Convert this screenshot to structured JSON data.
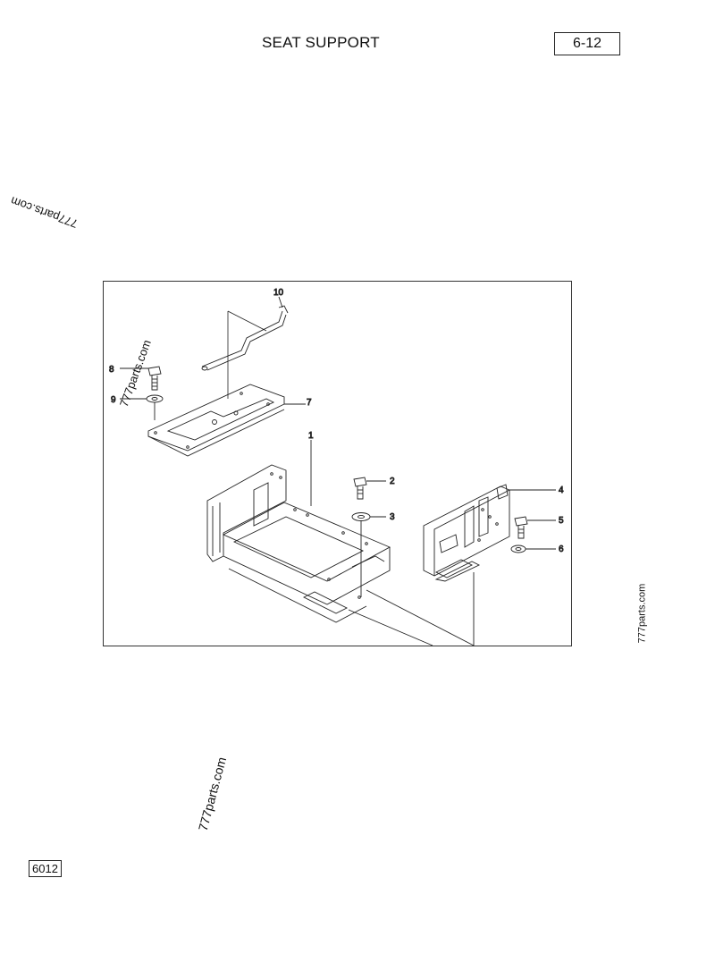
{
  "header": {
    "title": "SEAT SUPPORT",
    "page_number": "6-12"
  },
  "footer": {
    "code": "6012"
  },
  "watermark": "777parts.com",
  "callouts": [
    {
      "id": "c1",
      "label": "1"
    },
    {
      "id": "c2",
      "label": "2"
    },
    {
      "id": "c3",
      "label": "3"
    },
    {
      "id": "c4",
      "label": "4"
    },
    {
      "id": "c5",
      "label": "5"
    },
    {
      "id": "c6",
      "label": "6"
    },
    {
      "id": "c7",
      "label": "7"
    },
    {
      "id": "c8",
      "label": "8"
    },
    {
      "id": "c9",
      "label": "9"
    },
    {
      "id": "c10",
      "label": "10"
    }
  ]
}
